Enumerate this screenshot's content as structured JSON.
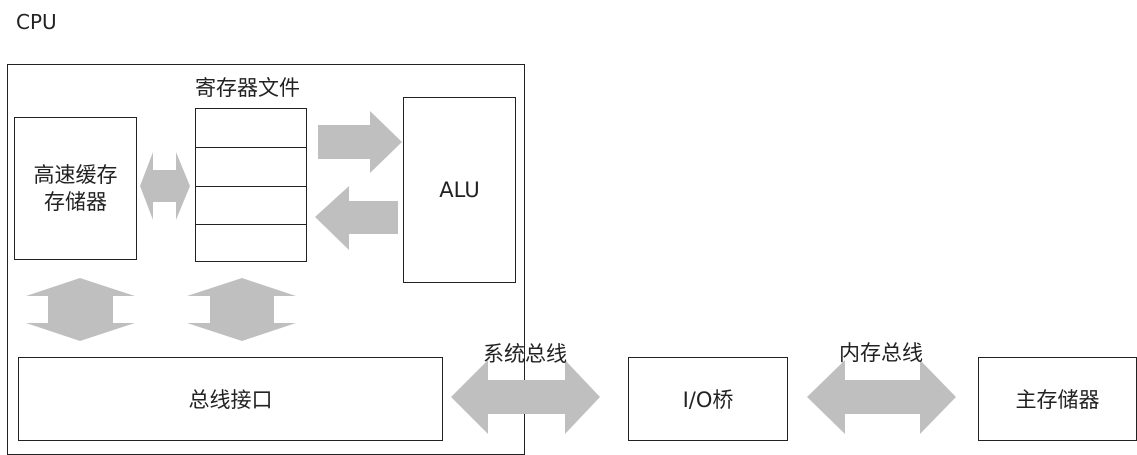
{
  "cpu_label": "CPU",
  "register_file_label": "寄存器文件",
  "cache_label": "高速缓存\n存储器",
  "alu_label": "ALU",
  "bus_interface_label": "总线接口",
  "system_bus_label": "系统总线",
  "io_bridge_label": "I/O桥",
  "memory_bus_label": "内存总线",
  "main_memory_label": "主存储器",
  "register_count": 4,
  "colors": {
    "arrow_fill": "#bfbfbf",
    "border": "#222222"
  }
}
